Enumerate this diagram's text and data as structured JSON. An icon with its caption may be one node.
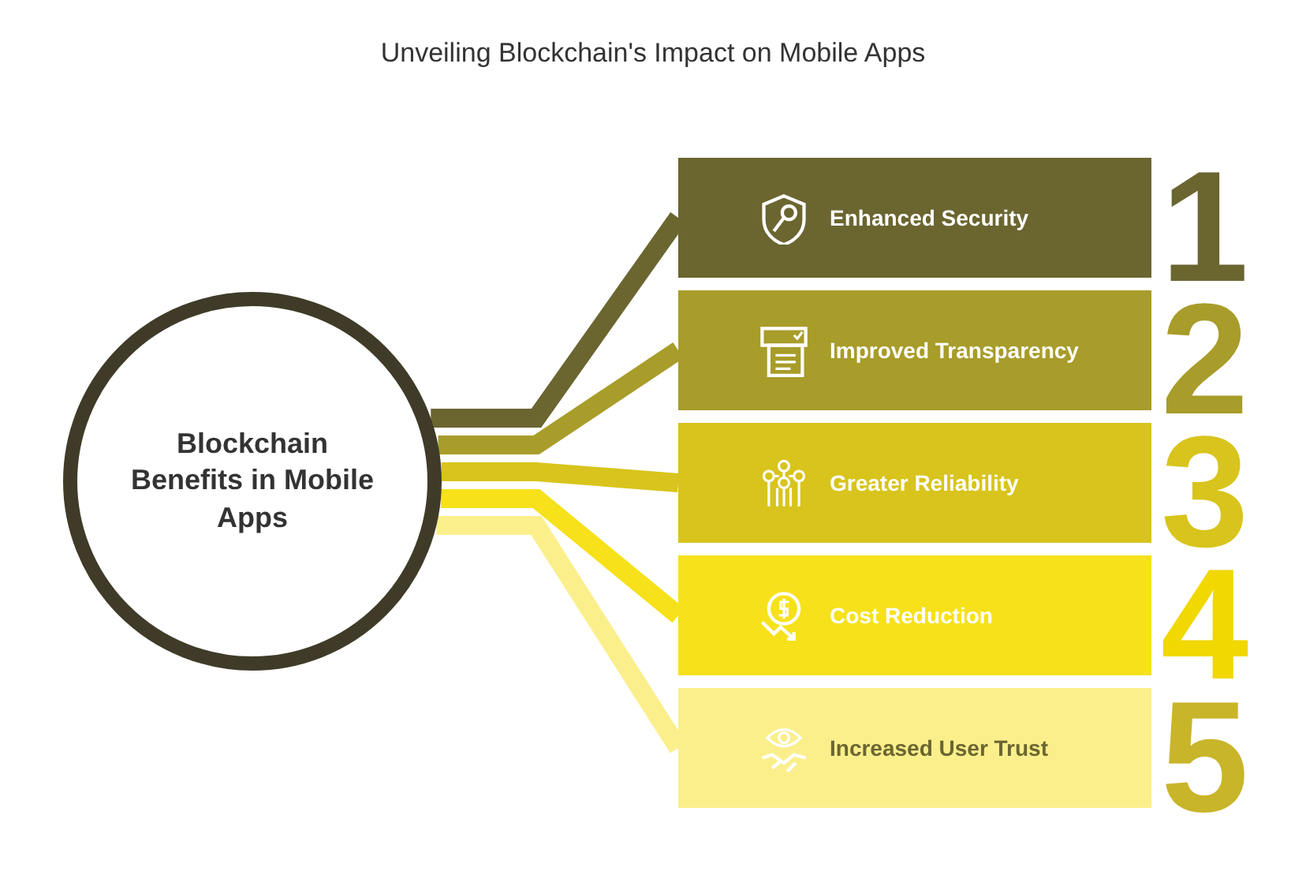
{
  "diagram": {
    "title": "Unveiling Blockchain's Impact on Mobile Apps",
    "nodes": [
      {
        "text": [
          "Blockchain Benefits in Mobile Apps"
        ]
      },
      {
        "text": [
          "Enhanced Security"
        ],
        "beside": [
          "1"
        ]
      },
      {
        "text": [
          "Improved Transparency"
        ],
        "beside": [
          "2"
        ]
      },
      {
        "text": [
          "Greater Reliability"
        ],
        "beside": [
          "3"
        ]
      },
      {
        "text": [
          "Cost Reduction"
        ],
        "beside": [
          "4"
        ]
      },
      {
        "text": [
          "Increased User Trust"
        ],
        "beside": [
          "5"
        ]
      }
    ],
    "edges": [
      {
        "from": 0,
        "to": 1,
        "arrow": "none",
        "color": "#6b6530"
      },
      {
        "from": 0,
        "to": 2,
        "arrow": "none",
        "color": "#a89c2a"
      },
      {
        "from": 0,
        "to": 3,
        "arrow": "none",
        "color": "#d8c41c"
      },
      {
        "from": 0,
        "to": 4,
        "arrow": "none",
        "color": "#f6e11a"
      },
      {
        "from": 0,
        "to": 5,
        "arrow": "none",
        "color": "#fbef8c"
      }
    ]
  }
}
